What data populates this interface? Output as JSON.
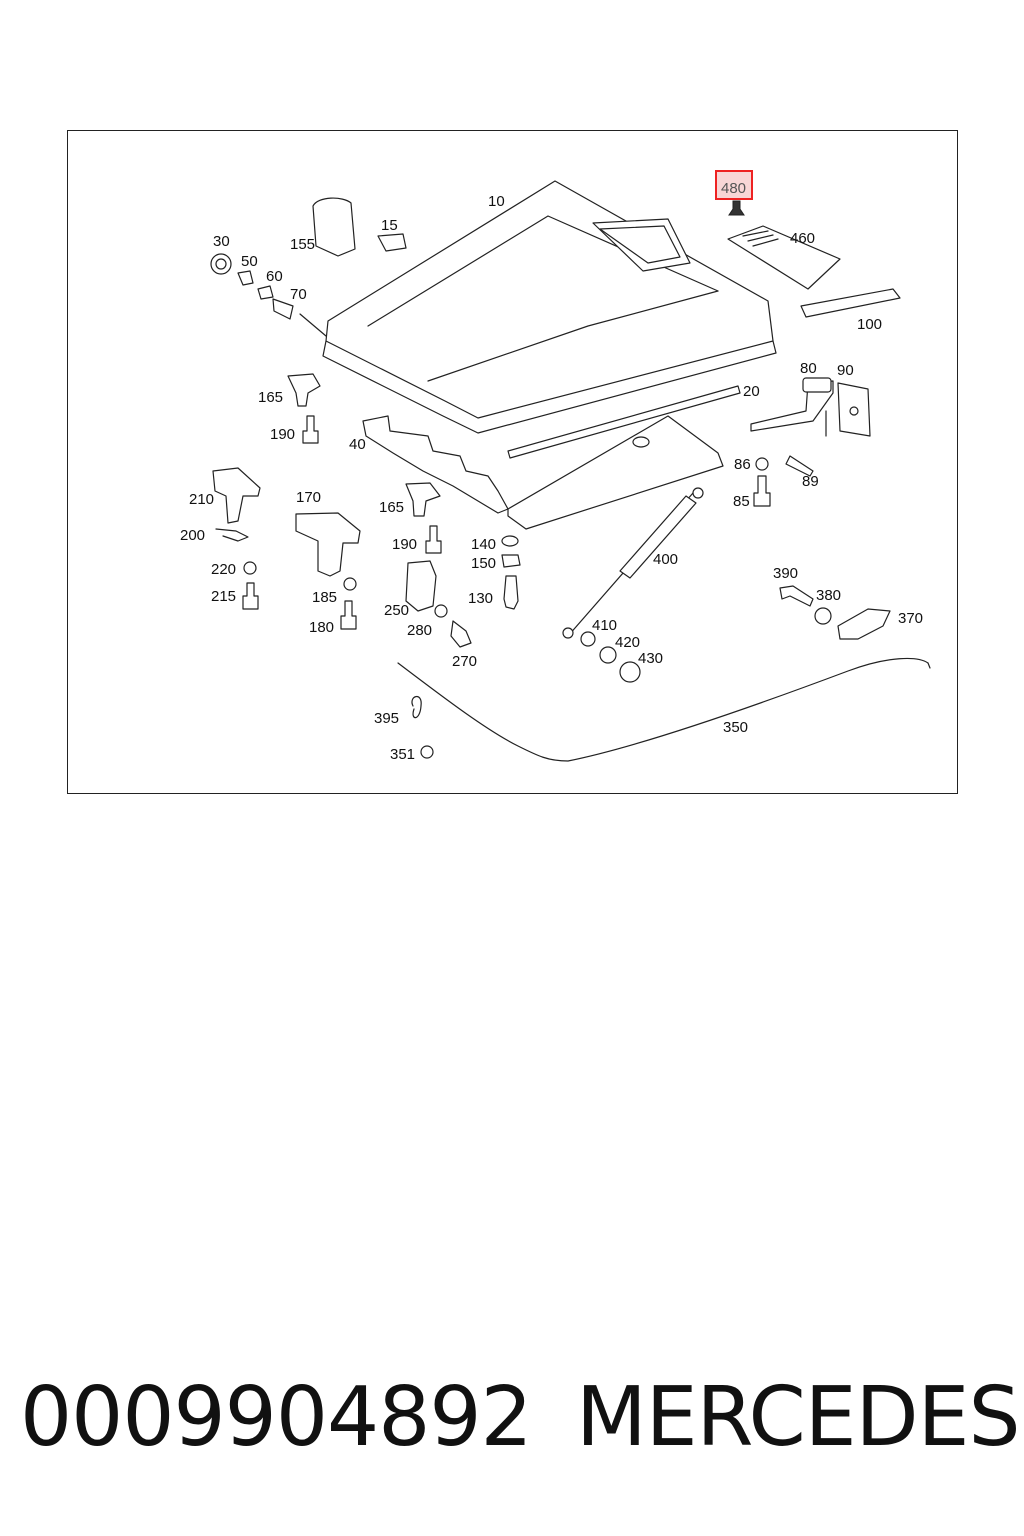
{
  "diagram": {
    "labels": [
      "10",
      "15",
      "20",
      "30",
      "40",
      "50",
      "60",
      "70",
      "80",
      "85",
      "86",
      "89",
      "90",
      "100",
      "130",
      "140",
      "150",
      "155",
      "165",
      "165",
      "170",
      "180",
      "185",
      "190",
      "190",
      "200",
      "210",
      "215",
      "220",
      "250",
      "270",
      "280",
      "350",
      "351",
      "370",
      "380",
      "390",
      "395",
      "400",
      "410",
      "420",
      "430",
      "460",
      "480"
    ],
    "highlighted_part": "480",
    "highlight_color": "#e22222"
  },
  "footer": {
    "part_number": "0009904892",
    "brand": "MERCEDES"
  }
}
